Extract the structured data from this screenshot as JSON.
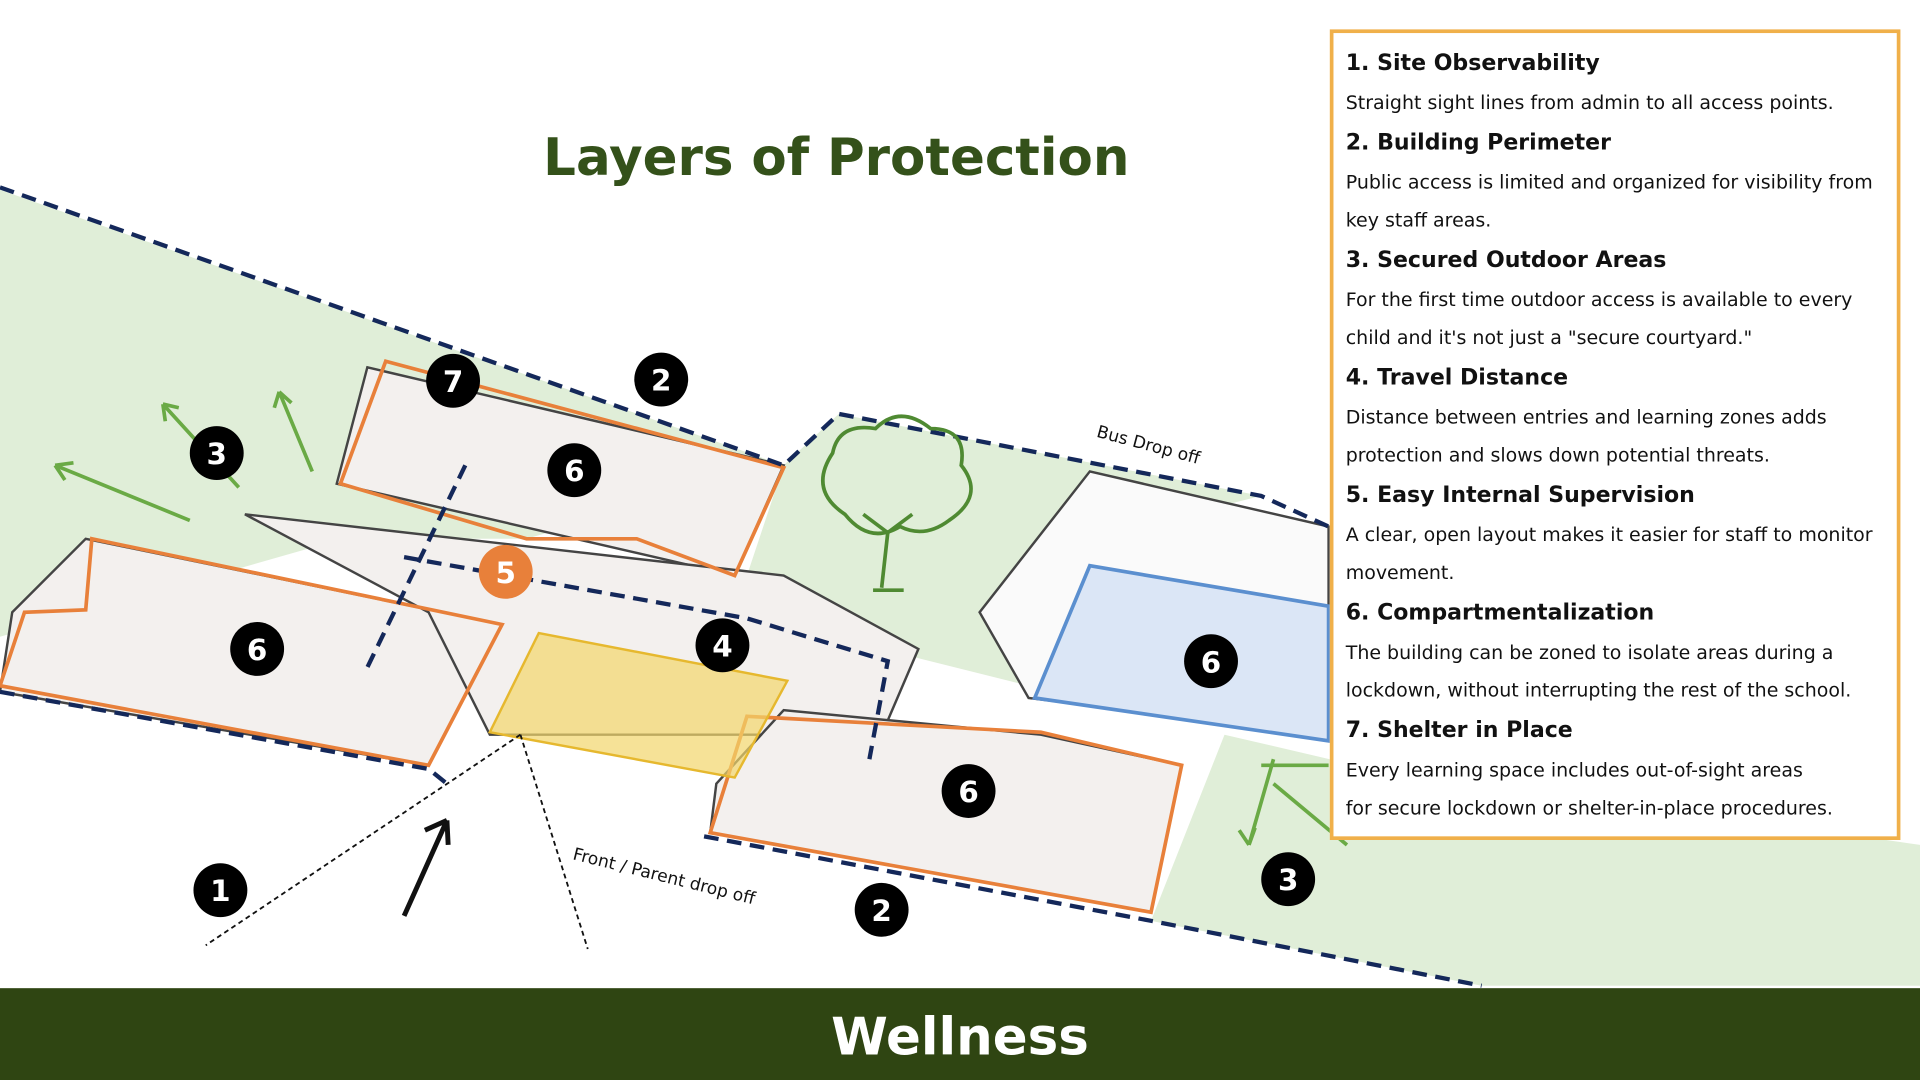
{
  "title": "Layers of Protection",
  "footer": "Wellness",
  "plan_labels": {
    "bus": "Bus Drop off",
    "front": "Front / Parent drop off"
  },
  "markers": [
    "7",
    "2",
    "3",
    "6",
    "5",
    "6",
    "4",
    "6",
    "6",
    "1",
    "2",
    "3"
  ],
  "legend": [
    {
      "heading": "1. Site Observability",
      "lines": [
        "Straight sight lines from admin to all access points."
      ]
    },
    {
      "heading": "2. Building Perimeter",
      "lines": [
        "Public access is limited and organized for visibility from",
        "key staff areas."
      ]
    },
    {
      "heading": "3. Secured Outdoor Areas",
      "lines": [
        "For the first time outdoor access is available to every",
        "child and it's not just a \"secure courtyard.\""
      ]
    },
    {
      "heading": "4. Travel Distance",
      "lines": [
        "Distance between entries and learning zones adds",
        "protection and slows down potential threats."
      ]
    },
    {
      "heading": "5. Easy Internal Supervision",
      "lines": [
        "A clear, open layout makes it easier for staff to monitor",
        "movement."
      ]
    },
    {
      "heading": "6. Compartmentalization",
      "lines": [
        "The building can be zoned to isolate areas during a",
        "lockdown, without interrupting the rest of the school."
      ]
    },
    {
      "heading": "7. Shelter in Place",
      "lines": [
        "Every learning space includes out-of-sight areas",
        "for secure lockdown or shelter-in-place procedures."
      ]
    }
  ],
  "colors": {
    "green_dark": "#34511a",
    "footer": "#2f4512",
    "panel_border": "#f0b04a",
    "perimeter": "#14285a",
    "zone": "#e8803a",
    "admin": "#f2d66b",
    "gym": "#5b8fcf",
    "lawn": "#e0eed8",
    "arrow_green": "#6aaa45",
    "marker5": "#e8803a"
  }
}
